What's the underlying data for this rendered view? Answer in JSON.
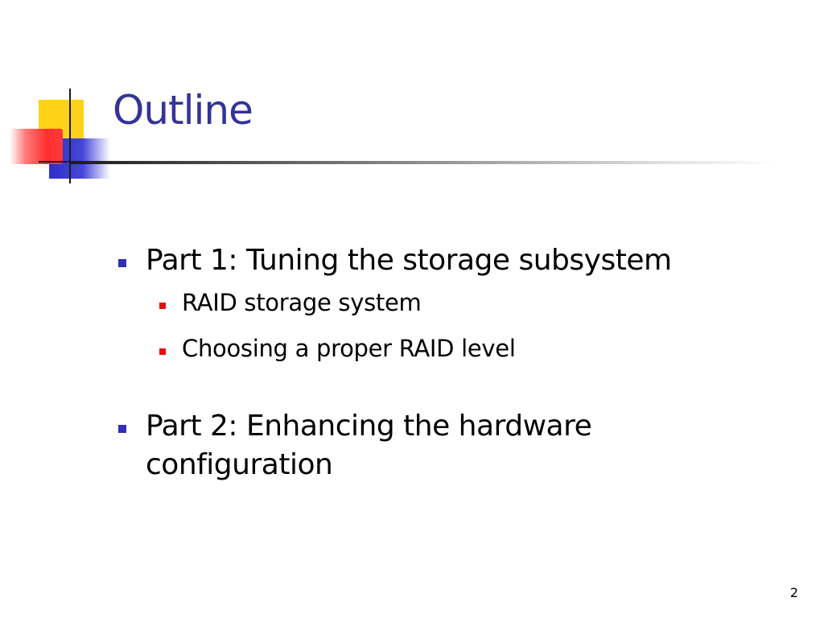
{
  "slide": {
    "title": "Outline",
    "bullets": [
      {
        "text": "Part 1: Tuning the storage subsystem",
        "sub_bullets": [
          {
            "text": "RAID storage system"
          },
          {
            "text": "Choosing a proper RAID level"
          }
        ]
      },
      {
        "text": "Part 2: Enhancing the hardware configuration",
        "sub_bullets": []
      }
    ],
    "page_number": "2"
  },
  "colors": {
    "title": "#333399",
    "level1_bullet": "#2f2fb8",
    "level2_bullet": "#e01010",
    "logo_yellow": "#ffd21a",
    "logo_blue": "#2f2fc8",
    "logo_red": "#ff2f2f"
  }
}
